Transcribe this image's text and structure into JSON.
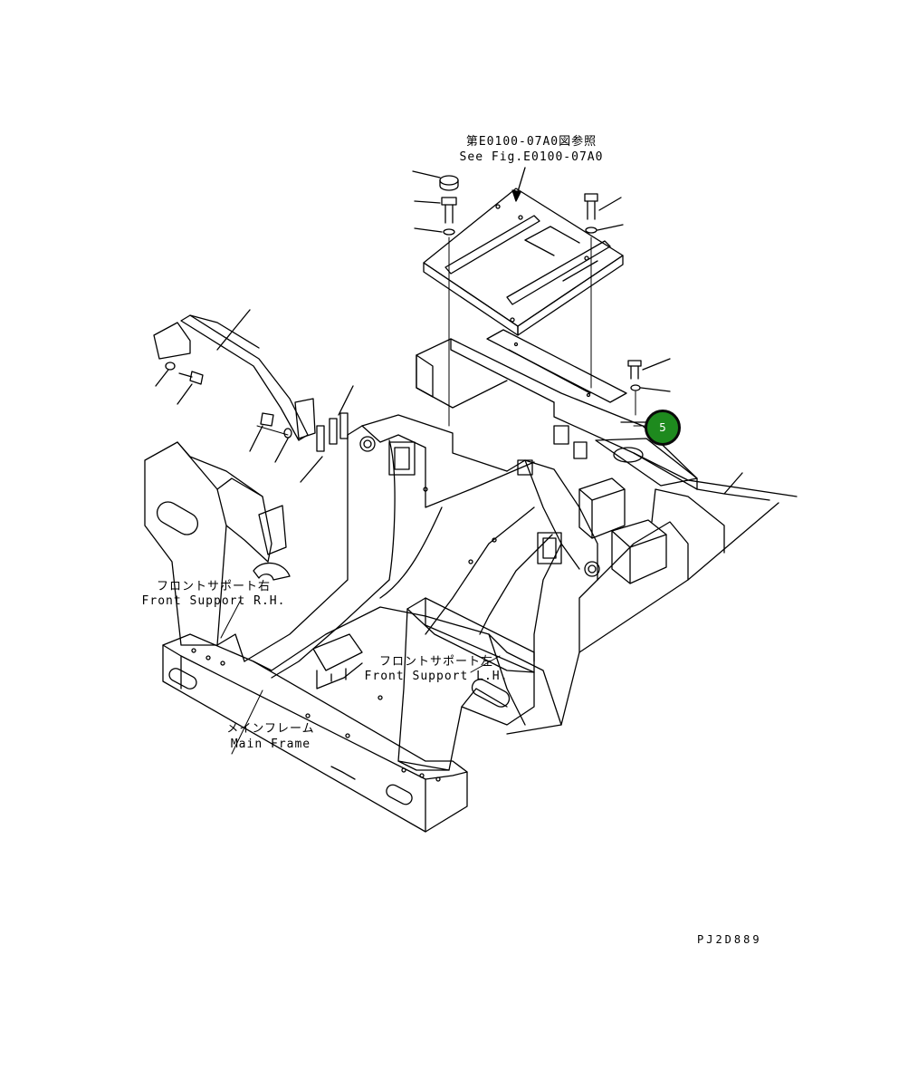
{
  "labels": {
    "ref_jp": "第E0100-07A0図参照",
    "ref_en": "See Fig.E0100-07A0",
    "front_rh_jp": "フロントサポート右",
    "front_rh_en": "Front Support R.H.",
    "front_lh_jp": "フロントサポート左",
    "front_lh_en": "Front Support L.H.",
    "main_jp": "メインフレーム",
    "main_en": "Main Frame",
    "drawing_code": "PJ2D889"
  },
  "callouts": [
    {
      "number": "5",
      "color": "#1e8a1e"
    }
  ]
}
